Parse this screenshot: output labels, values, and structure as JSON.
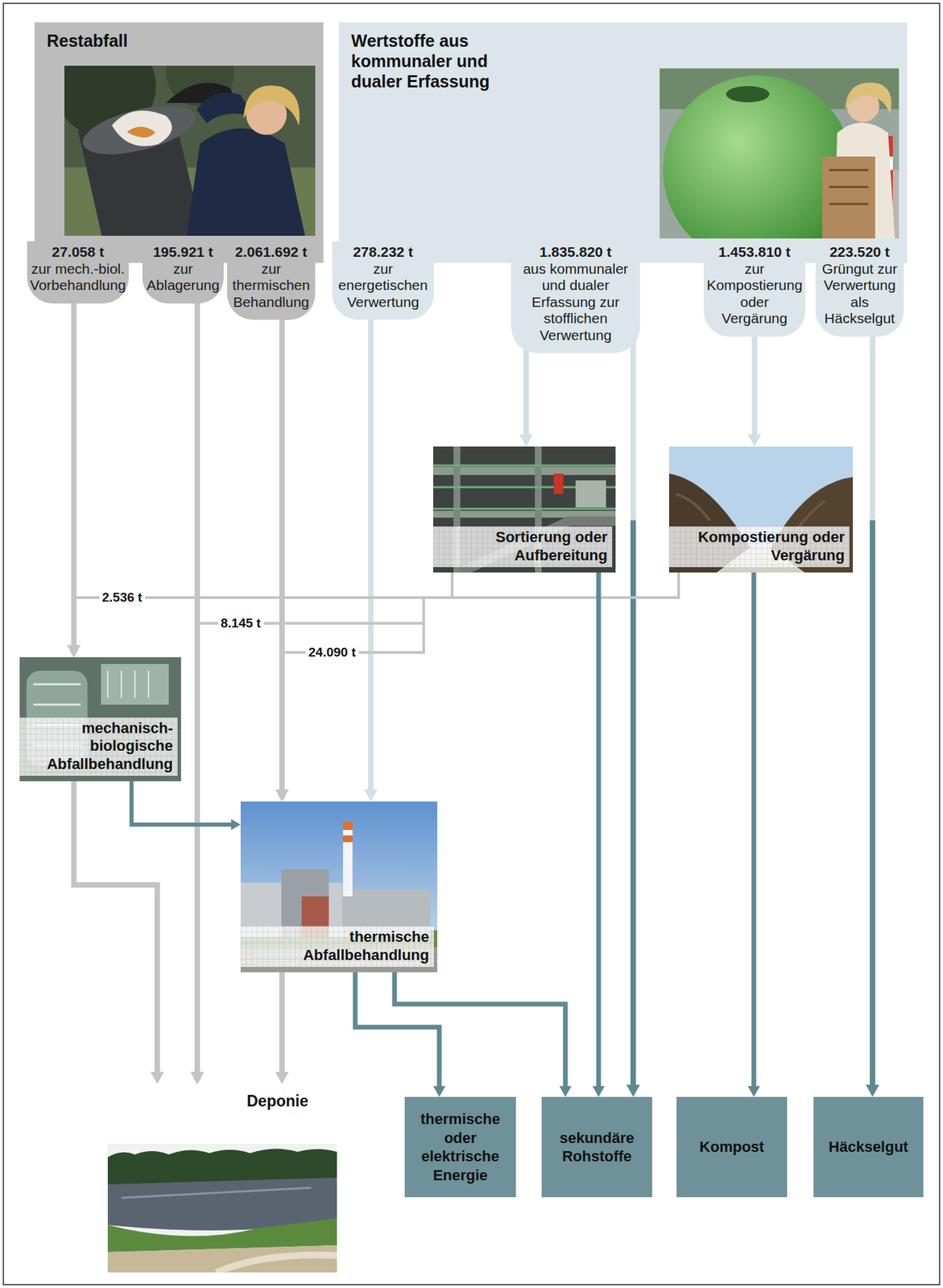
{
  "diagram": {
    "nodes": [
      {
        "text": [
          "Restabfall"
        ]
      },
      {
        "text": [
          "Wertstoffe aus kommunaler und dualer Erfassung"
        ]
      },
      {
        "text": [
          "Sortierung oder Aufbereitung"
        ]
      },
      {
        "text": [
          "Kompostierung oder Vergärung"
        ]
      },
      {
        "text": [
          "mechanisch-biologische Abfallbehandlung"
        ]
      },
      {
        "text": [
          "thermische Abfallbehandlung"
        ]
      },
      {
        "text": [
          "Deponie"
        ]
      },
      {
        "text": [
          "thermische oder elektrische Energie"
        ]
      },
      {
        "text": [
          "sekundäre Rohstoffe"
        ]
      },
      {
        "text": [
          "Kompost"
        ]
      },
      {
        "text": [
          "Häckselgut"
        ]
      }
    ],
    "edges": [
      {
        "from": 0,
        "to": 4,
        "arrow": "to",
        "label": "27.058 t zur mech.-biol. Vorbehandlung"
      },
      {
        "from": 0,
        "to": 6,
        "arrow": "to",
        "label": "195.921 t zur Ablagerung"
      },
      {
        "from": 0,
        "to": 5,
        "arrow": "to",
        "label": "2.061.692 t zur thermischen Behandlung"
      },
      {
        "from": 1,
        "to": 5,
        "arrow": "to",
        "label": "278.232 t zur energetischen Verwertung"
      },
      {
        "from": 1,
        "to": 2,
        "arrow": "to",
        "label": "1.835.820 t aus kommunaler und dualer Erfassung zur stofflichen Verwertung"
      },
      {
        "from": 1,
        "to": 8,
        "arrow": "to"
      },
      {
        "from": 1,
        "to": 3,
        "arrow": "to",
        "label": "1.453.810 t zur Kompostierung oder Vergärung"
      },
      {
        "from": 1,
        "to": 10,
        "arrow": "to",
        "label": "223.520 t Grüngut zur Verwertung als Häckselgut"
      },
      {
        "from": 2,
        "to": 4,
        "arrow": "to",
        "label": "2.536 t"
      },
      {
        "from": 3,
        "to": 4,
        "arrow": "to"
      },
      {
        "from": 2,
        "to": 6,
        "arrow": "to",
        "label": "8.145 t"
      },
      {
        "from": 3,
        "to": 6,
        "arrow": "to"
      },
      {
        "from": 2,
        "to": 5,
        "arrow": "to",
        "label": "24.090 t"
      },
      {
        "from": 3,
        "to": 5,
        "arrow": "to"
      },
      {
        "from": 2,
        "to": 8,
        "arrow": "to"
      },
      {
        "from": 3,
        "to": 9,
        "arrow": "to"
      },
      {
        "from": 4,
        "to": 6,
        "arrow": "to"
      },
      {
        "from": 4,
        "to": 5,
        "arrow": "to"
      },
      {
        "from": 5,
        "to": 6,
        "arrow": "to"
      },
      {
        "from": 5,
        "to": 7,
        "arrow": "to"
      },
      {
        "from": 5,
        "to": 8,
        "arrow": "to"
      }
    ]
  }
}
